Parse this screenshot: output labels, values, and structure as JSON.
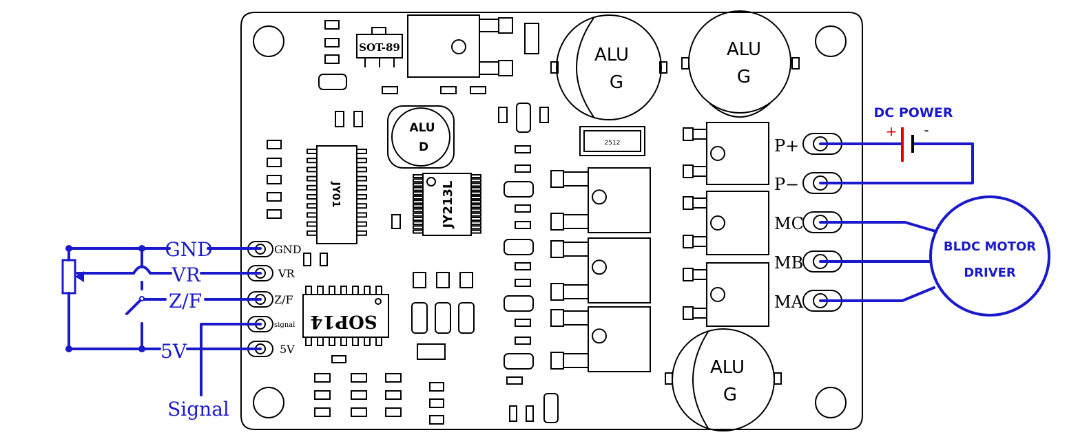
{
  "board": {
    "chips": {
      "sot": "SOT-89",
      "jy01": "JY01",
      "jy213l": "JY213L",
      "sop14": "SOP14",
      "res": "2512"
    },
    "capacitors": [
      {
        "line1": "ALU",
        "line2": "G"
      },
      {
        "line1": "ALU",
        "line2": "G"
      },
      {
        "line1": "ALU",
        "line2": "D"
      },
      {
        "line1": "ALU",
        "line2": "G"
      }
    ],
    "left_terminals": [
      "GND",
      "VR",
      "Z/F",
      "signal",
      "5V"
    ],
    "right_terminals": [
      "P+",
      "P−",
      "MC",
      "MB",
      "MA"
    ]
  },
  "wiring": {
    "left_labels": [
      "GND",
      "VR",
      "Z/F",
      "5V"
    ],
    "signal_label": "Signal",
    "power_title": "DC POWER",
    "plus": "+",
    "minus": "-",
    "motor_line1": "BLDC MOTOR",
    "motor_line2": "DRIVER",
    "wire_color": "#1a1acc",
    "plus_color": "#dd0000"
  }
}
